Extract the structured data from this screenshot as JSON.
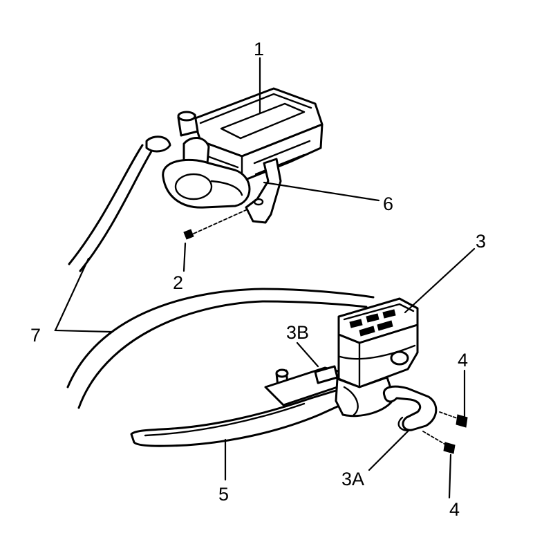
{
  "callouts": {
    "c1": "1",
    "c2": "2",
    "c3": "3",
    "c3a": "3A",
    "c3b": "3B",
    "c4a": "4",
    "c4b": "4",
    "c5": "5",
    "c6": "6",
    "c7": "7"
  }
}
